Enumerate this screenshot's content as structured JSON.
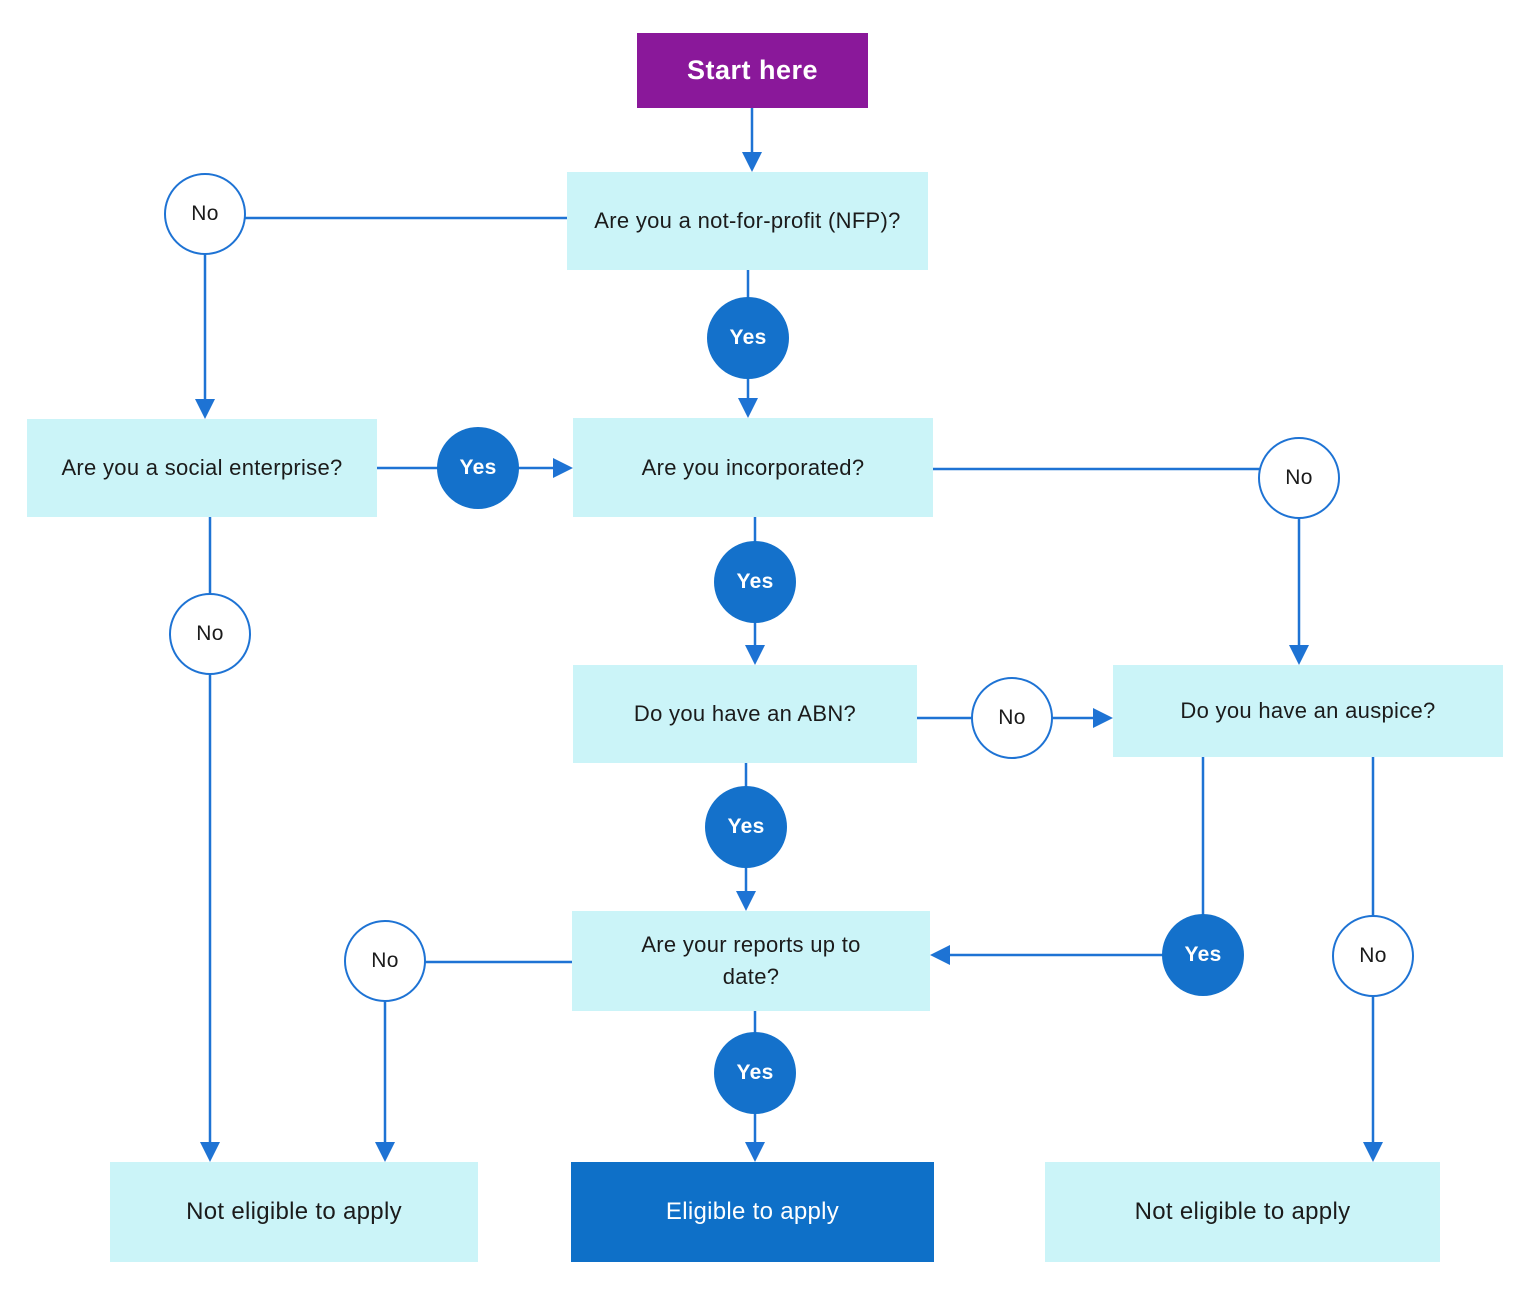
{
  "flowchart": {
    "nodes": {
      "start": {
        "label": "Start here"
      },
      "nfp": {
        "label": "Are you a not-for-profit (NFP)?"
      },
      "social": {
        "label": "Are you a social enterprise?"
      },
      "incorporated": {
        "label": "Are you incorporated?"
      },
      "abn": {
        "label": "Do you have an ABN?"
      },
      "auspice": {
        "label": "Do you have an auspice?"
      },
      "reports": {
        "label": "Are your reports up to date?"
      },
      "not_eligible_left": {
        "label": "Not eligible to apply"
      },
      "eligible": {
        "label": "Eligible to apply"
      },
      "not_eligible_right": {
        "label": "Not eligible to apply"
      }
    },
    "edges": [
      {
        "from": "nfp",
        "to": "social",
        "label": "No"
      },
      {
        "from": "nfp",
        "to": "incorporated",
        "label": "Yes"
      },
      {
        "from": "social",
        "to": "incorporated",
        "label": "Yes"
      },
      {
        "from": "incorporated",
        "to": "auspice",
        "label": "No"
      },
      {
        "from": "incorporated",
        "to": "abn",
        "label": "Yes"
      },
      {
        "from": "abn",
        "to": "auspice",
        "label": "No"
      },
      {
        "from": "abn",
        "to": "reports",
        "label": "Yes"
      },
      {
        "from": "social",
        "to": "not_eligible_left",
        "label": "No"
      },
      {
        "from": "reports",
        "to": "not_eligible_left",
        "label": "No"
      },
      {
        "from": "auspice",
        "to": "reports",
        "label": "Yes"
      },
      {
        "from": "auspice",
        "to": "not_eligible_right",
        "label": "No"
      },
      {
        "from": "reports",
        "to": "eligible",
        "label": "Yes"
      },
      {
        "from": "start",
        "to": "nfp",
        "label": ""
      }
    ],
    "colors": {
      "start_box": "#8A189A",
      "question_box": "#CBF4F8",
      "yes_circle": "#1471CB",
      "eligible_box": "#0E70C8",
      "connector_line": "#1E73D4",
      "dark_text": "#1B1B1B",
      "light_text": "#FFFFFF"
    }
  }
}
